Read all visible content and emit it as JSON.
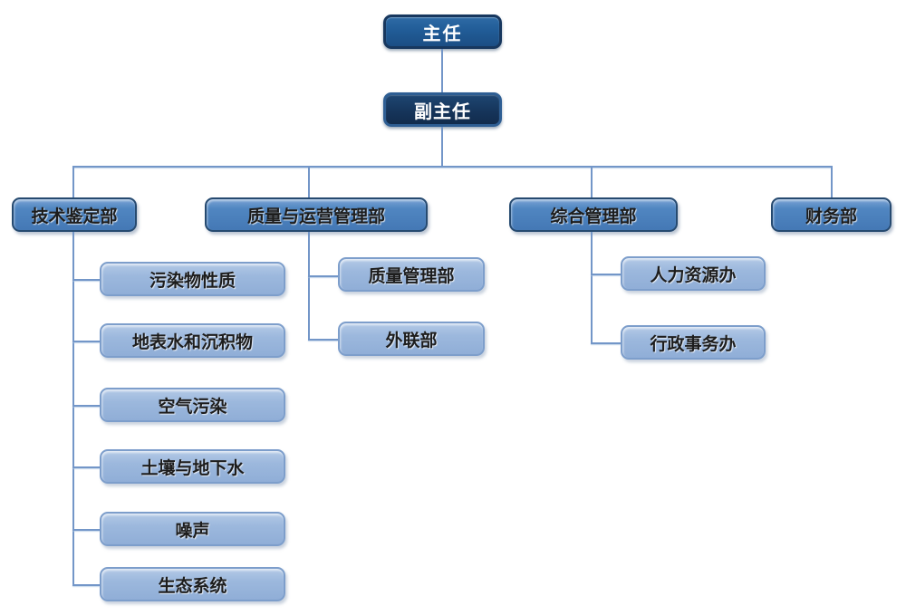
{
  "org_chart": {
    "type": "org-hierarchy",
    "level1": {
      "director": {
        "label": "主任"
      },
      "deputy_director": {
        "label": "副主任"
      }
    },
    "departments": [
      {
        "label": "技术鉴定部",
        "children": [
          "污染物性质",
          "地表水和沉积物",
          "空气污染",
          "土壤与地下水",
          "噪声",
          "生态系统"
        ]
      },
      {
        "label": "质量与运营管理部",
        "children": [
          "质量管理部",
          "外联部"
        ]
      },
      {
        "label": "综合管理部",
        "children": [
          "人力资源办",
          "行政事务办"
        ]
      },
      {
        "label": "财务部",
        "children": []
      }
    ],
    "colors": {
      "level1_director_fill": "#215C97",
      "level1_director_border": "#17375E",
      "level1_deputy_fill": "#16355B",
      "level1_deputy_border": "#2E5E93",
      "level2_fill": "#4E81BD",
      "level2_border": "#264A70",
      "level3_fill": "#9CB8DD",
      "level3_border": "#7D9ECB",
      "connector": "#7396C8",
      "level1_text": "#FFFFFF",
      "node_text": "#1D1D1D",
      "background": "#FFFFFF"
    }
  }
}
